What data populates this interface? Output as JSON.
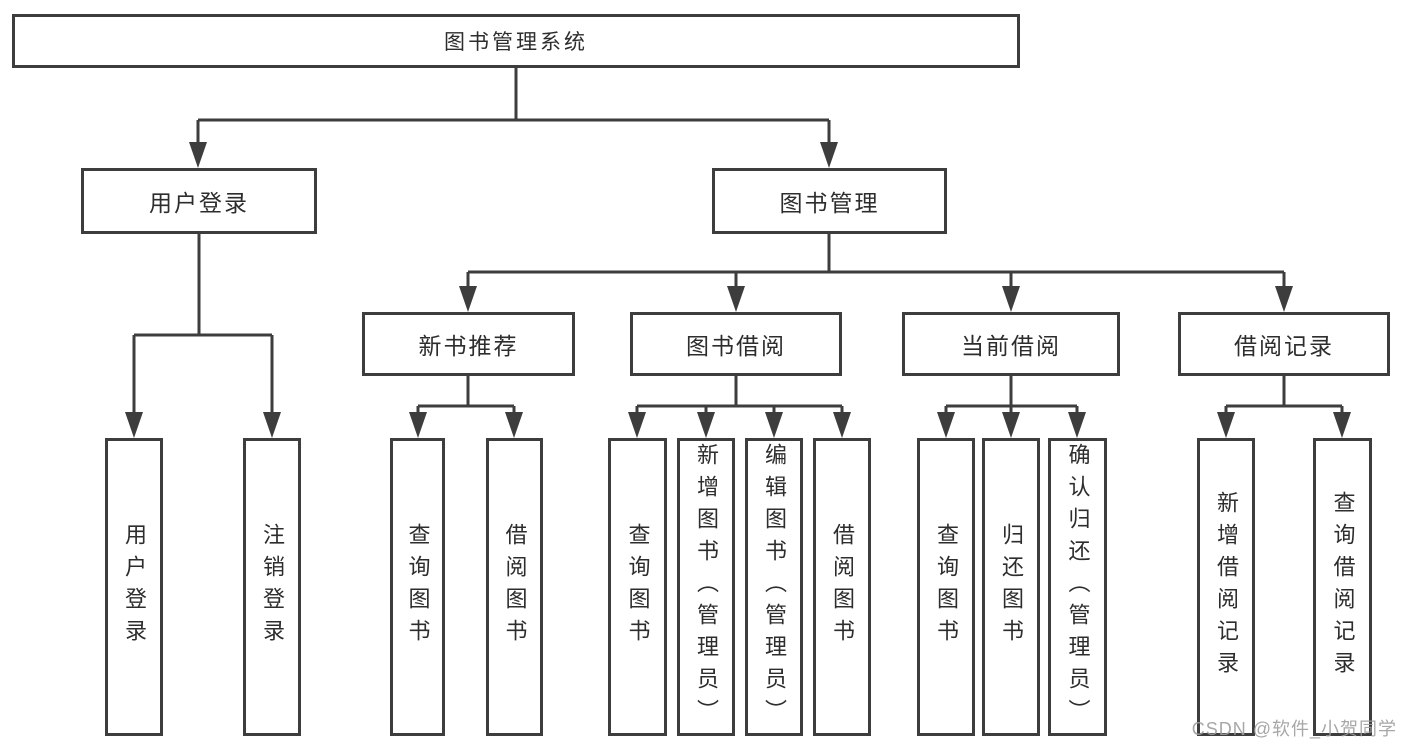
{
  "diagram": {
    "type": "tree",
    "root": {
      "label": "图书管理系统"
    },
    "level2": [
      {
        "label": "用户登录"
      },
      {
        "label": "图书管理"
      }
    ],
    "level3": [
      {
        "label": "新书推荐"
      },
      {
        "label": "图书借阅"
      },
      {
        "label": "当前借阅"
      },
      {
        "label": "借阅记录"
      }
    ],
    "leaves": {
      "user_login": [
        "用户登录",
        "注销登录"
      ],
      "new_books": [
        "查询图书",
        "借阅图书"
      ],
      "book_borrow": [
        "查询图书",
        "新增图书（管理员）",
        "编辑图书（管理员）",
        "借阅图书"
      ],
      "current_borrow": [
        "查询图书",
        "归还图书",
        "确认归还（管理员）"
      ],
      "borrow_record": [
        "新增借阅记录",
        "查询借阅记录"
      ]
    },
    "colors": {
      "line": "#3d3d3d",
      "text": "#2d2d2d",
      "background": "#ffffff",
      "watermark": "#9e9e9e"
    },
    "watermark": "CSDN @软件_小贺同学"
  }
}
